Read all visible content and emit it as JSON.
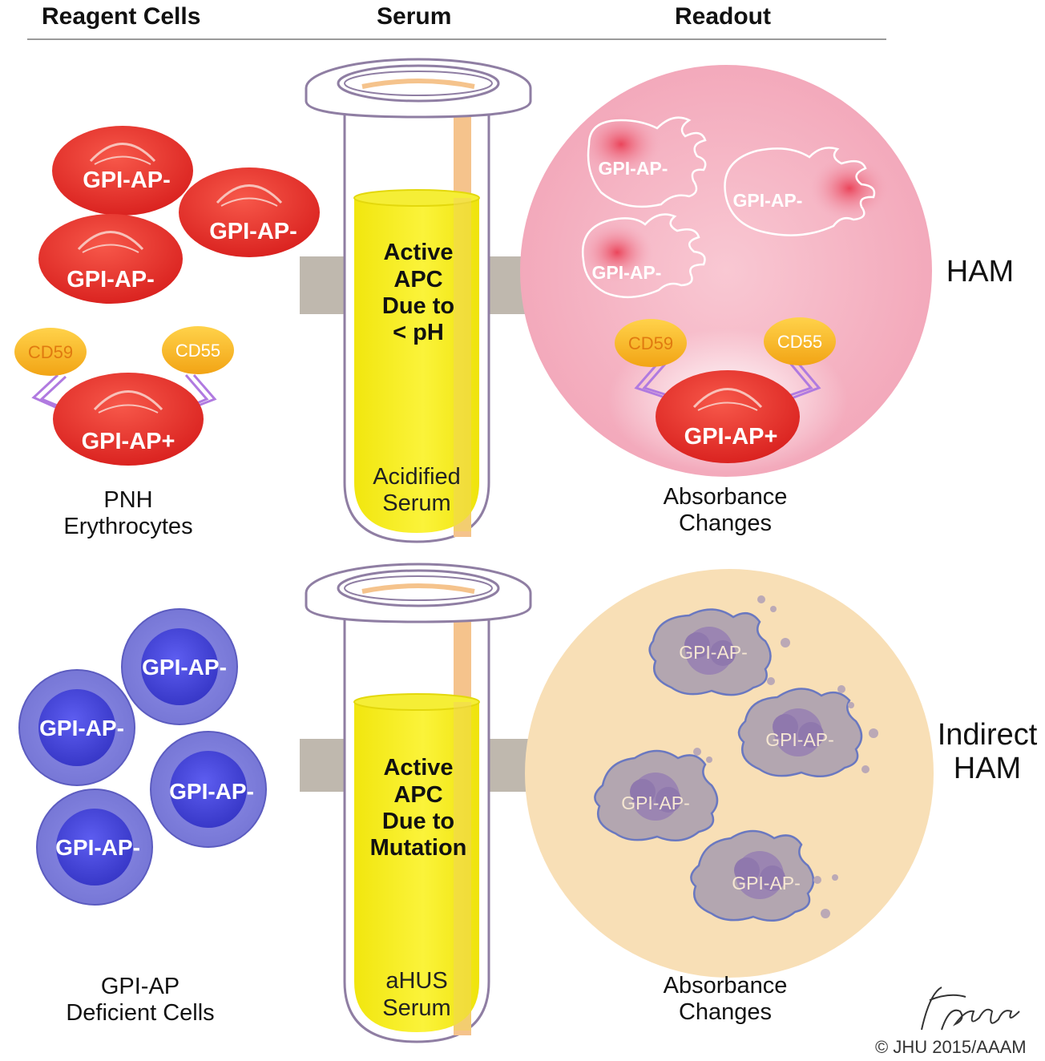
{
  "headers": {
    "reagent": "Reagent Cells",
    "serum": "Serum",
    "readout": "Readout"
  },
  "top": {
    "reagent_cells": [
      "GPI-AP-",
      "GPI-AP-",
      "GPI-AP-"
    ],
    "protected_cell": "GPI-AP+",
    "cd59": "CD59",
    "cd55": "CD55",
    "reagent_caption": [
      "PNH",
      "Erythrocytes"
    ],
    "tube_text": [
      "Active",
      "APC",
      "Due to",
      "< pH"
    ],
    "tube_caption": [
      "Acidified",
      "Serum"
    ],
    "lysed_cells": [
      "GPI-AP-",
      "GPI-AP-",
      "GPI-AP-"
    ],
    "readout_cd59": "CD59",
    "readout_cd55": "CD55",
    "readout_protected": "GPI-AP+",
    "readout_caption": [
      "Absorbance",
      "Changes"
    ],
    "assay": "HAM"
  },
  "bottom": {
    "reagent_cells": [
      "GPI-AP-",
      "GPI-AP-",
      "GPI-AP-",
      "GPI-AP-"
    ],
    "reagent_caption": [
      "GPI-AP",
      "Deficient Cells"
    ],
    "tube_text": [
      "Active",
      "APC",
      "Due to",
      "Mutation"
    ],
    "tube_caption": [
      "aHUS",
      "Serum"
    ],
    "lysed_cells": [
      "GPI-AP-",
      "GPI-AP-",
      "GPI-AP-",
      "GPI-AP-"
    ],
    "readout_caption": [
      "Absorbance",
      "Changes"
    ],
    "assay": [
      "Indirect",
      "HAM"
    ]
  },
  "copyright": "© JHU 2015/AAAM",
  "colors": {
    "rbc": "#e8322a",
    "blue_cell": "#5656dc",
    "serum": "#f7ef1a",
    "tube_outline": "#8f7ea3",
    "pink_circle": "#f5b2c2",
    "beige_circle": "#f8dfb6",
    "arrow": "#b4aca0"
  }
}
